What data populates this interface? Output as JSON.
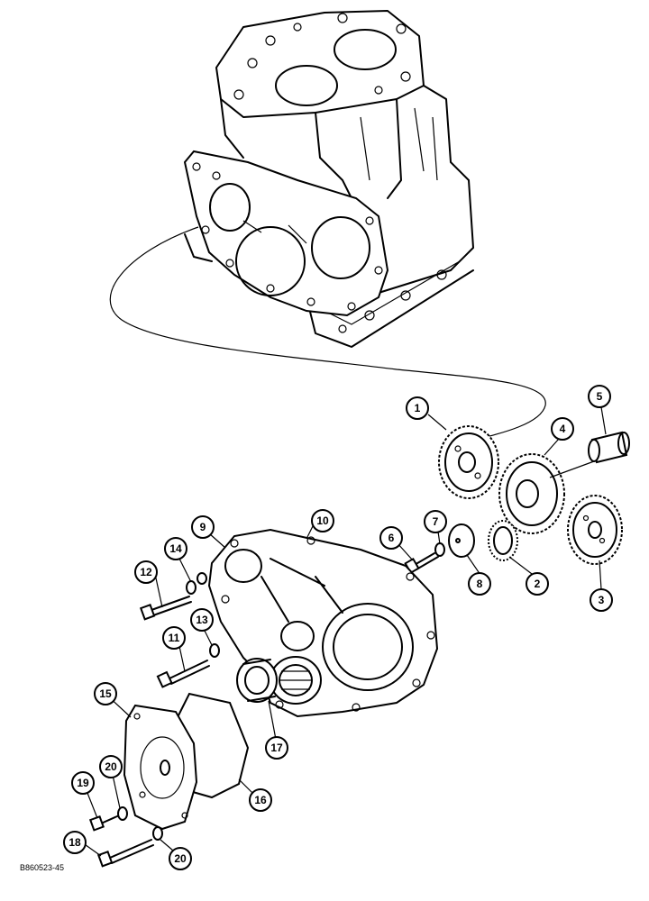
{
  "figure_id": "B860523-45",
  "callouts": [
    "1",
    "2",
    "3",
    "4",
    "5",
    "6",
    "7",
    "8",
    "9",
    "10",
    "11",
    "12",
    "13",
    "14",
    "15",
    "16",
    "17",
    "18",
    "19",
    "20",
    "20"
  ]
}
